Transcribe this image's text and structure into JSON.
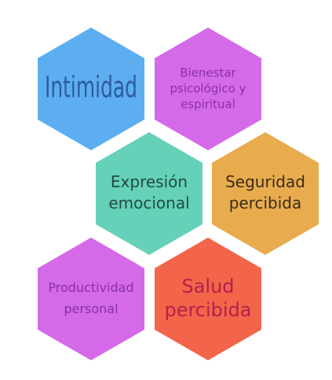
{
  "hexagons": [
    {
      "id": "intimidad",
      "lines": [
        "Intimidad"
      ],
      "fill": "#5daef0",
      "text_color": "#2c5c9e"
    },
    {
      "id": "bienestar",
      "lines": [
        "Bienestar",
        "psicológico y",
        "espiritual"
      ],
      "fill": "#d46ae8",
      "text_color": "#8a2fa6"
    },
    {
      "id": "expresion",
      "lines": [
        "Expresión",
        "emocional"
      ],
      "fill": "#64d1b8",
      "text_color": "#244a44"
    },
    {
      "id": "seguridad",
      "lines": [
        "Seguridad",
        "percibida"
      ],
      "fill": "#e8ac4e",
      "text_color": "#3a2a18"
    },
    {
      "id": "productividad",
      "lines": [
        "Productividad",
        "personal"
      ],
      "fill": "#d46ae8",
      "text_color": "#8a2fa6"
    },
    {
      "id": "salud",
      "lines": [
        "Salud",
        "percibida"
      ],
      "fill": "#f2654a",
      "text_color": "#b3204a"
    }
  ]
}
